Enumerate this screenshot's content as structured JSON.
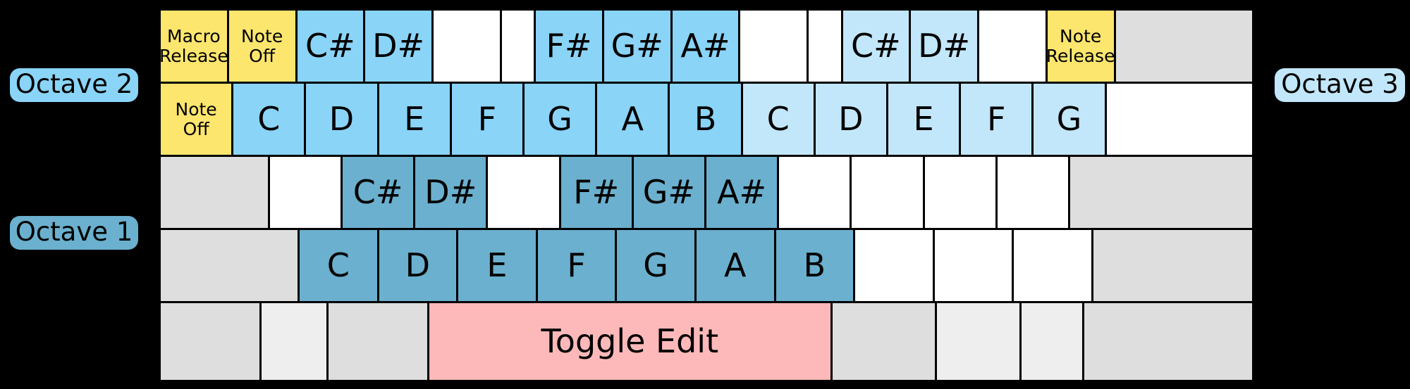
{
  "labels": {
    "octave_left_top": "Octave 2",
    "octave_left_bottom": "Octave 1",
    "octave_right": "Octave 3"
  },
  "colors": {
    "background": "#000000",
    "grid_line": "#000000",
    "octave1_blue": "#6BB0CE",
    "octave2_blue": "#8AD4F7",
    "octave3_blue": "#C3E7FA",
    "yellow_macro": "#FCE66D",
    "pink_toggle": "#FDB9B9",
    "grey_inactive": "#DEDEDE",
    "grey_light": "#EEEEEE",
    "white_key": "#FFFFFF"
  },
  "rows": [
    {
      "name": "octave2-sharps-row",
      "cells": [
        {
          "label": "Macro\nRelease",
          "color": "c-yellow",
          "span": 2,
          "size": "small"
        },
        {
          "label": "Note\nOff",
          "color": "c-yellow",
          "span": 2,
          "size": "small"
        },
        {
          "label": "C#",
          "color": "c-blue2",
          "span": 2
        },
        {
          "label": "D#",
          "color": "c-blue2",
          "span": 2
        },
        {
          "label": "",
          "color": "c-white",
          "span": 2
        },
        {
          "label": "",
          "color": "c-white",
          "span": 1
        },
        {
          "label": "F#",
          "color": "c-blue2",
          "span": 2
        },
        {
          "label": "G#",
          "color": "c-blue2",
          "span": 2
        },
        {
          "label": "A#",
          "color": "c-blue2",
          "span": 2
        },
        {
          "label": "",
          "color": "c-white",
          "span": 2
        },
        {
          "label": "",
          "color": "c-white",
          "span": 1
        },
        {
          "label": "C#",
          "color": "c-blue3",
          "span": 2
        },
        {
          "label": "D#",
          "color": "c-blue3",
          "span": 2
        },
        {
          "label": "",
          "color": "c-white",
          "span": 2
        },
        {
          "label": "Note\nRelease",
          "color": "c-yellow",
          "span": 2,
          "size": "small"
        },
        {
          "label": "",
          "color": "c-grey",
          "span": 4
        }
      ]
    },
    {
      "name": "octave2-naturals-row",
      "cells": [
        {
          "label": "Note\nOff",
          "color": "c-yellow",
          "span": 1,
          "size": "small"
        },
        {
          "label": "C",
          "color": "c-blue2",
          "span": 1
        },
        {
          "label": "D",
          "color": "c-blue2",
          "span": 1
        },
        {
          "label": "E",
          "color": "c-blue2",
          "span": 1
        },
        {
          "label": "F",
          "color": "c-blue2",
          "span": 1
        },
        {
          "label": "G",
          "color": "c-blue2",
          "span": 1
        },
        {
          "label": "A",
          "color": "c-blue2",
          "span": 1
        },
        {
          "label": "B",
          "color": "c-blue2",
          "span": 1
        },
        {
          "label": "C",
          "color": "c-blue3",
          "span": 1
        },
        {
          "label": "D",
          "color": "c-blue3",
          "span": 1
        },
        {
          "label": "E",
          "color": "c-blue3",
          "span": 1
        },
        {
          "label": "F",
          "color": "c-blue3",
          "span": 1
        },
        {
          "label": "G",
          "color": "c-blue3",
          "span": 1
        },
        {
          "label": "",
          "color": "c-white",
          "span": 2
        }
      ]
    },
    {
      "name": "octave1-sharps-row",
      "cells": [
        {
          "label": "",
          "color": "c-grey",
          "span": 3
        },
        {
          "label": "",
          "color": "c-white",
          "span": 2
        },
        {
          "label": "C#",
          "color": "c-blue1",
          "span": 2
        },
        {
          "label": "D#",
          "color": "c-blue1",
          "span": 2
        },
        {
          "label": "",
          "color": "c-white",
          "span": 2
        },
        {
          "label": "F#",
          "color": "c-blue1",
          "span": 2
        },
        {
          "label": "G#",
          "color": "c-blue1",
          "span": 2
        },
        {
          "label": "A#",
          "color": "c-blue1",
          "span": 2
        },
        {
          "label": "",
          "color": "c-white",
          "span": 2
        },
        {
          "label": "",
          "color": "c-white",
          "span": 2
        },
        {
          "label": "",
          "color": "c-white",
          "span": 2
        },
        {
          "label": "",
          "color": "c-white",
          "span": 2
        },
        {
          "label": "",
          "color": "c-grey",
          "span": 5
        }
      ]
    },
    {
      "name": "octave1-naturals-row",
      "cells": [
        {
          "label": "",
          "color": "c-grey",
          "span": 1.75
        },
        {
          "label": "C",
          "color": "c-blue1",
          "span": 1
        },
        {
          "label": "D",
          "color": "c-blue1",
          "span": 1
        },
        {
          "label": "E",
          "color": "c-blue1",
          "span": 1
        },
        {
          "label": "F",
          "color": "c-blue1",
          "span": 1
        },
        {
          "label": "G",
          "color": "c-blue1",
          "span": 1
        },
        {
          "label": "A",
          "color": "c-blue1",
          "span": 1
        },
        {
          "label": "B",
          "color": "c-blue1",
          "span": 1
        },
        {
          "label": "",
          "color": "c-white",
          "span": 1
        },
        {
          "label": "",
          "color": "c-white",
          "span": 1
        },
        {
          "label": "",
          "color": "c-white",
          "span": 1
        },
        {
          "label": "",
          "color": "c-grey",
          "span": 2
        }
      ]
    },
    {
      "name": "toggle-edit-row",
      "cells": [
        {
          "label": "",
          "color": "c-grey",
          "span": 1.2
        },
        {
          "label": "",
          "color": "c-grey-lt",
          "span": 0.8
        },
        {
          "label": "",
          "color": "c-grey",
          "span": 1.2
        },
        {
          "label": "Toggle Edit",
          "color": "c-pink",
          "span": 4.8
        },
        {
          "label": "",
          "color": "c-grey",
          "span": 1.25
        },
        {
          "label": "",
          "color": "c-grey-lt",
          "span": 1
        },
        {
          "label": "",
          "color": "c-grey-lt",
          "span": 0.75
        },
        {
          "label": "",
          "color": "c-grey",
          "span": 2
        }
      ]
    }
  ]
}
